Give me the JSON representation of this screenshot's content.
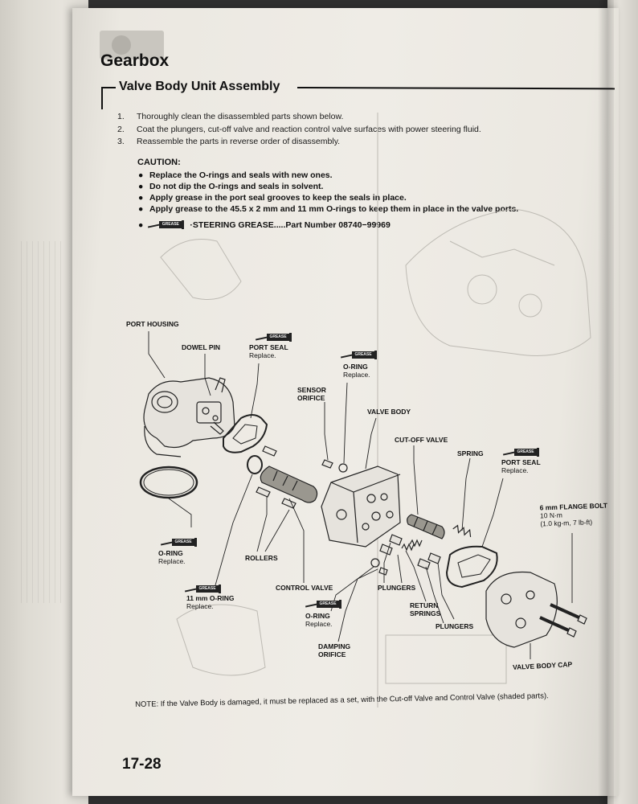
{
  "header": {
    "section_title": "Gearbox",
    "subsection_title": "Valve Body Unit Assembly"
  },
  "steps": [
    {
      "num": "1.",
      "text": "Thoroughly clean the disassembled parts shown below."
    },
    {
      "num": "2.",
      "text": "Coat the plungers, cut-off valve and reaction control valve surfaces with power steering fluid."
    },
    {
      "num": "3.",
      "text": "Reassemble the parts in reverse order of disassembly."
    }
  ],
  "caution": {
    "title": "CAUTION:",
    "items": [
      "Replace the O-rings and seals with new ones.",
      "Do not dip the O-rings and seals in solvent.",
      "Apply grease in the port seal grooves to keep the seals in place.",
      "Apply grease to the 45.5 x 2 mm and 11 mm O-rings to keep them in place in the valve ports."
    ],
    "bullet": "●"
  },
  "grease_note": {
    "bullet": "●",
    "icon_text": "GREASE",
    "text": "·STEERING GREASE.....Part Number 08740−99969"
  },
  "diagram_labels": {
    "port_housing": "PORT HOUSING",
    "dowel_pin": "DOWEL PIN",
    "port_seal_left": "PORT SEAL",
    "port_seal_left_sub": "Replace.",
    "o_ring_top": "O-RING",
    "o_ring_top_sub": "Replace.",
    "sensor_orifice": "SENSOR\nORIFICE",
    "valve_body": "VALVE BODY",
    "cut_off_valve": "CUT-OFF VALVE",
    "spring": "SPRING",
    "port_seal_right": "PORT SEAL",
    "port_seal_right_sub": "Replace.",
    "flange_bolt": "6 mm FLANGE BOLT",
    "torque_1": "10 N·m",
    "torque_2": "(1.0 kg-m, 7 lb-ft)",
    "o_ring_left": "O-RING",
    "o_ring_left_sub": "Replace.",
    "rollers": "ROLLERS",
    "o_ring_11mm": "11 mm O-RING",
    "o_ring_11mm_sub": "Replace.",
    "control_valve": "CONTROL VALVE",
    "plungers_1": "PLUNGERS",
    "return_springs": "RETURN\nSPRINGS",
    "plungers_2": "PLUNGERS",
    "o_ring_bottom": "O-RING",
    "o_ring_bottom_sub": "Replace.",
    "damping_orifice": "DAMPING\nORIFICE",
    "valve_body_cap": "VALVE BODY CAP",
    "grease_tag": "GREASE"
  },
  "note": "NOTE: If the Valve Body is damaged, it must be replaced as a set, with the Cut-off Valve and Control Valve (shaded parts).",
  "page_number": "17-28",
  "colors": {
    "paper": "#efece6",
    "ink": "#111111"
  }
}
